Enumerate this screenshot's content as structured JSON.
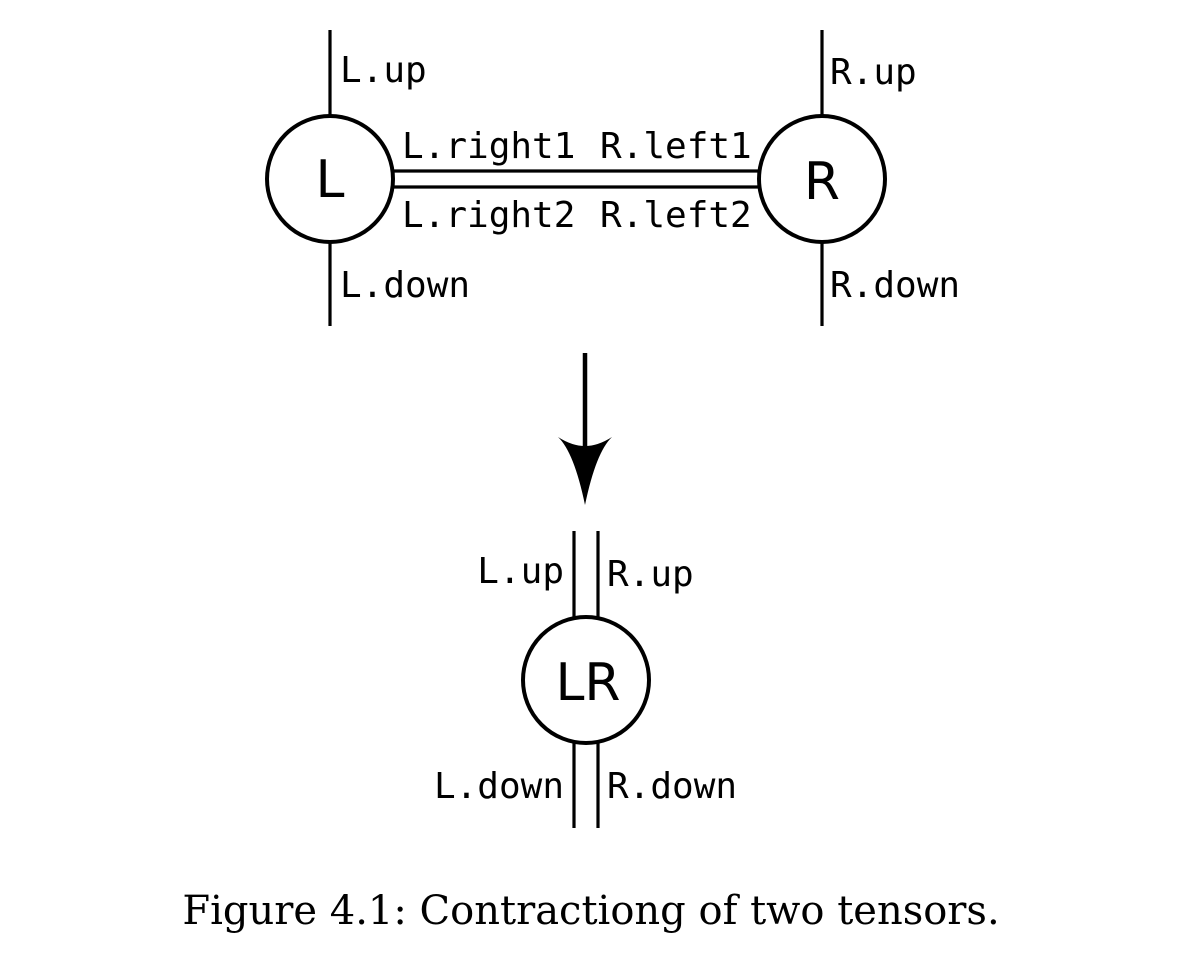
{
  "diagram": {
    "top": {
      "left_node": "L",
      "right_node": "R",
      "labels": {
        "l_up": "L.up",
        "l_down": "L.down",
        "l_right1": "L.right1",
        "l_right2": "L.right2",
        "r_up": "R.up",
        "r_down": "R.down",
        "r_left1": "R.left1",
        "r_left2": "R.left2"
      }
    },
    "bottom": {
      "node": "LR",
      "labels": {
        "l_up": "L.up",
        "r_up": "R.up",
        "l_down": "L.down",
        "r_down": "R.down"
      }
    }
  },
  "caption": "Figure 4.1: Contractiong of two tensors."
}
